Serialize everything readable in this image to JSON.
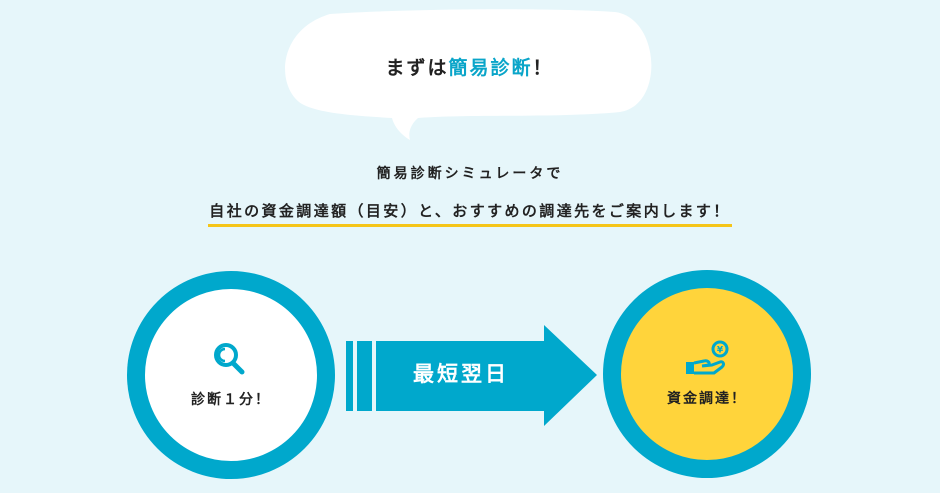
{
  "bubble": {
    "prefix": "まずは",
    "highlight": "簡易診断",
    "suffix": "！"
  },
  "intro": {
    "line1": "簡易診断シミュレータで",
    "line2": "自社の資金調達額（目安）と、おすすめの調達先をご案内します！"
  },
  "steps": [
    {
      "label": "診断１分！",
      "icon": "magnifier-icon"
    },
    {
      "label": "資金調達！",
      "icon": "hand-yen-coin-icon"
    }
  ],
  "arrow": {
    "label": "最短翌日"
  },
  "colors": {
    "background": "#e6f6fa",
    "accent_blue": "#00a8cc",
    "highlight_blue": "#0aa5c9",
    "yellow": "#ffd43b",
    "underline_yellow": "#f5c518"
  }
}
